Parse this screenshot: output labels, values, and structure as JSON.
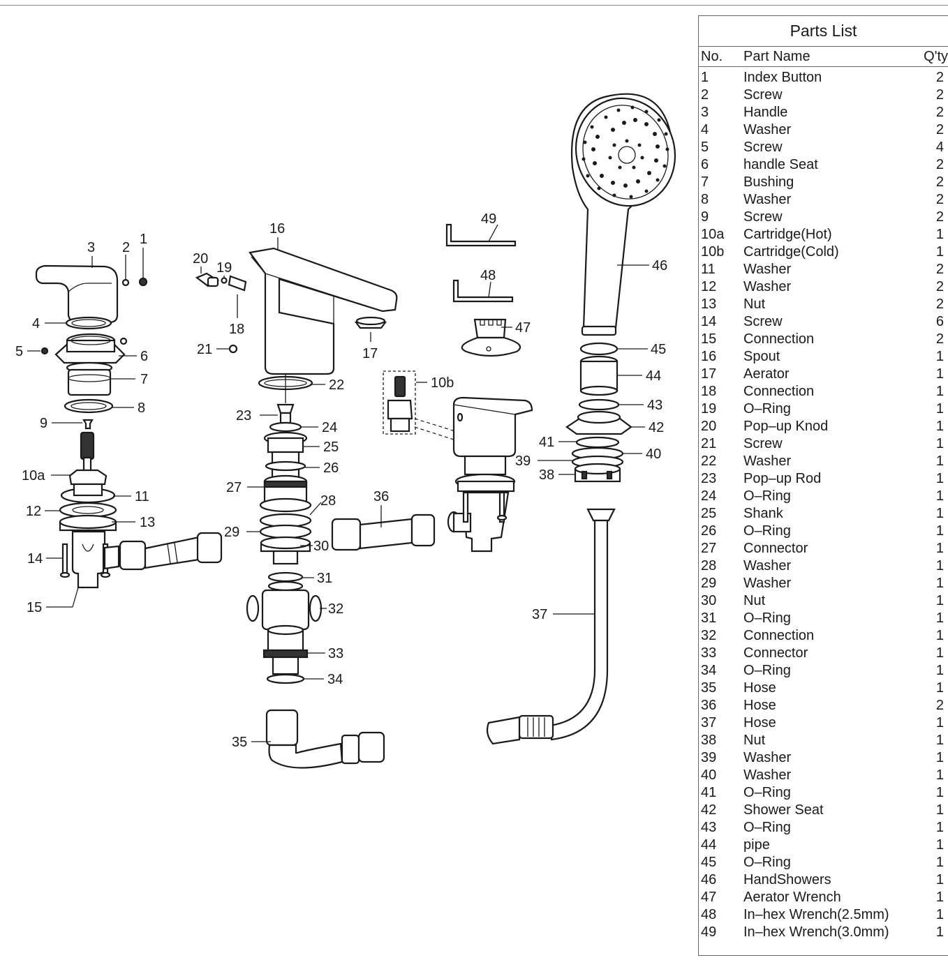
{
  "parts_list": {
    "title": "Parts List",
    "headers": {
      "no": "No.",
      "name": "Part Name",
      "qty": "Q'ty"
    },
    "rows": [
      {
        "no": "1",
        "name": "Index Button",
        "qty": "2"
      },
      {
        "no": "2",
        "name": "Screw",
        "qty": "2"
      },
      {
        "no": "3",
        "name": "Handle",
        "qty": "2"
      },
      {
        "no": "4",
        "name": "Washer",
        "qty": "2"
      },
      {
        "no": "5",
        "name": "Screw",
        "qty": "4"
      },
      {
        "no": "6",
        "name": "handle Seat",
        "qty": "2"
      },
      {
        "no": "7",
        "name": "Bushing",
        "qty": "2"
      },
      {
        "no": "8",
        "name": "Washer",
        "qty": "2"
      },
      {
        "no": "9",
        "name": "Screw",
        "qty": "2"
      },
      {
        "no": "10a",
        "name": "Cartridge(Hot)",
        "qty": "1"
      },
      {
        "no": "10b",
        "name": "Cartridge(Cold)",
        "qty": "1"
      },
      {
        "no": "11",
        "name": "Washer",
        "qty": "2"
      },
      {
        "no": "12",
        "name": "Washer",
        "qty": "2"
      },
      {
        "no": "13",
        "name": "Nut",
        "qty": "2"
      },
      {
        "no": "14",
        "name": "Screw",
        "qty": "6"
      },
      {
        "no": "15",
        "name": "Connection",
        "qty": "2"
      },
      {
        "no": "16",
        "name": "Spout",
        "qty": "1"
      },
      {
        "no": "17",
        "name": "Aerator",
        "qty": "1"
      },
      {
        "no": "18",
        "name": "Connection",
        "qty": "1"
      },
      {
        "no": "19",
        "name": "O–Ring",
        "qty": "1"
      },
      {
        "no": "20",
        "name": "Pop–up Knod",
        "qty": "1"
      },
      {
        "no": "21",
        "name": "Screw",
        "qty": "1"
      },
      {
        "no": "22",
        "name": "Washer",
        "qty": "1"
      },
      {
        "no": "23",
        "name": "Pop–up Rod",
        "qty": "1"
      },
      {
        "no": "24",
        "name": "O–Ring",
        "qty": "1"
      },
      {
        "no": "25",
        "name": "Shank",
        "qty": "1"
      },
      {
        "no": "26",
        "name": "O–Ring",
        "qty": "1"
      },
      {
        "no": "27",
        "name": "Connector",
        "qty": "1"
      },
      {
        "no": "28",
        "name": "Washer",
        "qty": "1"
      },
      {
        "no": "29",
        "name": "Washer",
        "qty": "1"
      },
      {
        "no": "30",
        "name": "Nut",
        "qty": "1"
      },
      {
        "no": "31",
        "name": "O–Ring",
        "qty": "1"
      },
      {
        "no": "32",
        "name": "Connection",
        "qty": "1"
      },
      {
        "no": "33",
        "name": "Connector",
        "qty": "1"
      },
      {
        "no": "34",
        "name": "O–Ring",
        "qty": "1"
      },
      {
        "no": "35",
        "name": "Hose",
        "qty": "1"
      },
      {
        "no": "36",
        "name": "Hose",
        "qty": "2"
      },
      {
        "no": "37",
        "name": "Hose",
        "qty": "1"
      },
      {
        "no": "38",
        "name": "Nut",
        "qty": "1"
      },
      {
        "no": "39",
        "name": "Washer",
        "qty": "1"
      },
      {
        "no": "40",
        "name": "Washer",
        "qty": "1"
      },
      {
        "no": "41",
        "name": "O–Ring",
        "qty": "1"
      },
      {
        "no": "42",
        "name": "Shower Seat",
        "qty": "1"
      },
      {
        "no": "43",
        "name": "O–Ring",
        "qty": "1"
      },
      {
        "no": "44",
        "name": "pipe",
        "qty": "1"
      },
      {
        "no": "45",
        "name": "O–Ring",
        "qty": "1"
      },
      {
        "no": "46",
        "name": "HandShowers",
        "qty": "1"
      },
      {
        "no": "47",
        "name": "Aerator Wrench",
        "qty": "1"
      },
      {
        "no": "48",
        "name": "In–hex Wrench(2.5mm)",
        "qty": "1"
      },
      {
        "no": "49",
        "name": "In–hex Wrench(3.0mm)",
        "qty": "1"
      }
    ]
  },
  "callouts": [
    "1",
    "2",
    "3",
    "4",
    "5",
    "6",
    "7",
    "8",
    "9",
    "10a",
    "10b",
    "11",
    "12",
    "13",
    "14",
    "15",
    "16",
    "17",
    "18",
    "19",
    "20",
    "21",
    "22",
    "23",
    "24",
    "25",
    "26",
    "27",
    "28",
    "29",
    "30",
    "31",
    "32",
    "33",
    "34",
    "35",
    "36",
    "37",
    "38",
    "39",
    "40",
    "41",
    "42",
    "43",
    "44",
    "45",
    "46",
    "47",
    "48",
    "49"
  ]
}
